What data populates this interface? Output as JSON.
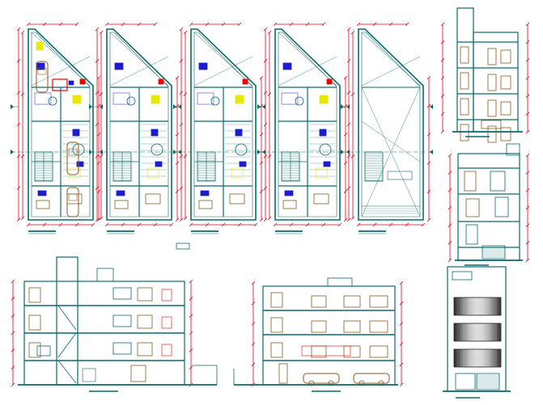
{
  "drawing": {
    "type": "architectural CAD sheet",
    "background": "#ffffff",
    "colors": {
      "wall": "#0a6b6b",
      "dimension": "#e2001a",
      "furniture": "#8b5a1e",
      "fixture": "#1d1dcc",
      "accent": "#e8e800",
      "axis_bubble": "#0a6b6b",
      "glass": "#777777"
    },
    "title_label": "",
    "views": [
      {
        "kind": "floor-plan",
        "level": 1
      },
      {
        "kind": "floor-plan",
        "level": 2
      },
      {
        "kind": "floor-plan",
        "level": 3
      },
      {
        "kind": "floor-plan",
        "level": 4
      },
      {
        "kind": "roof-plan"
      },
      {
        "kind": "section",
        "position": "top-right"
      },
      {
        "kind": "section",
        "position": "middle-right"
      },
      {
        "kind": "front-elevation"
      },
      {
        "kind": "longitudinal-section",
        "position": "bottom-left"
      },
      {
        "kind": "longitudinal-section",
        "position": "bottom-middle"
      }
    ]
  }
}
